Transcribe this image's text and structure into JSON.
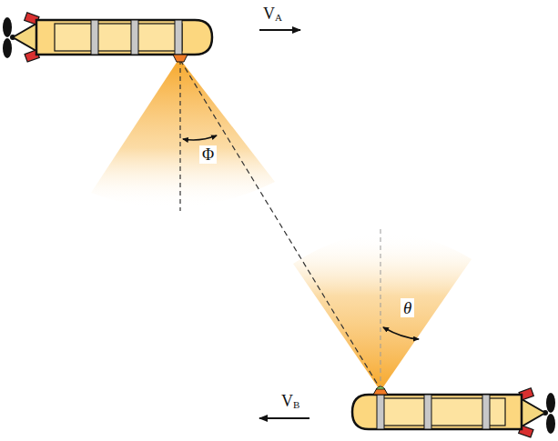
{
  "diagram": {
    "labels": [
      "V",
      "A",
      "V",
      "B",
      "Φ",
      "θ"
    ]
  }
}
